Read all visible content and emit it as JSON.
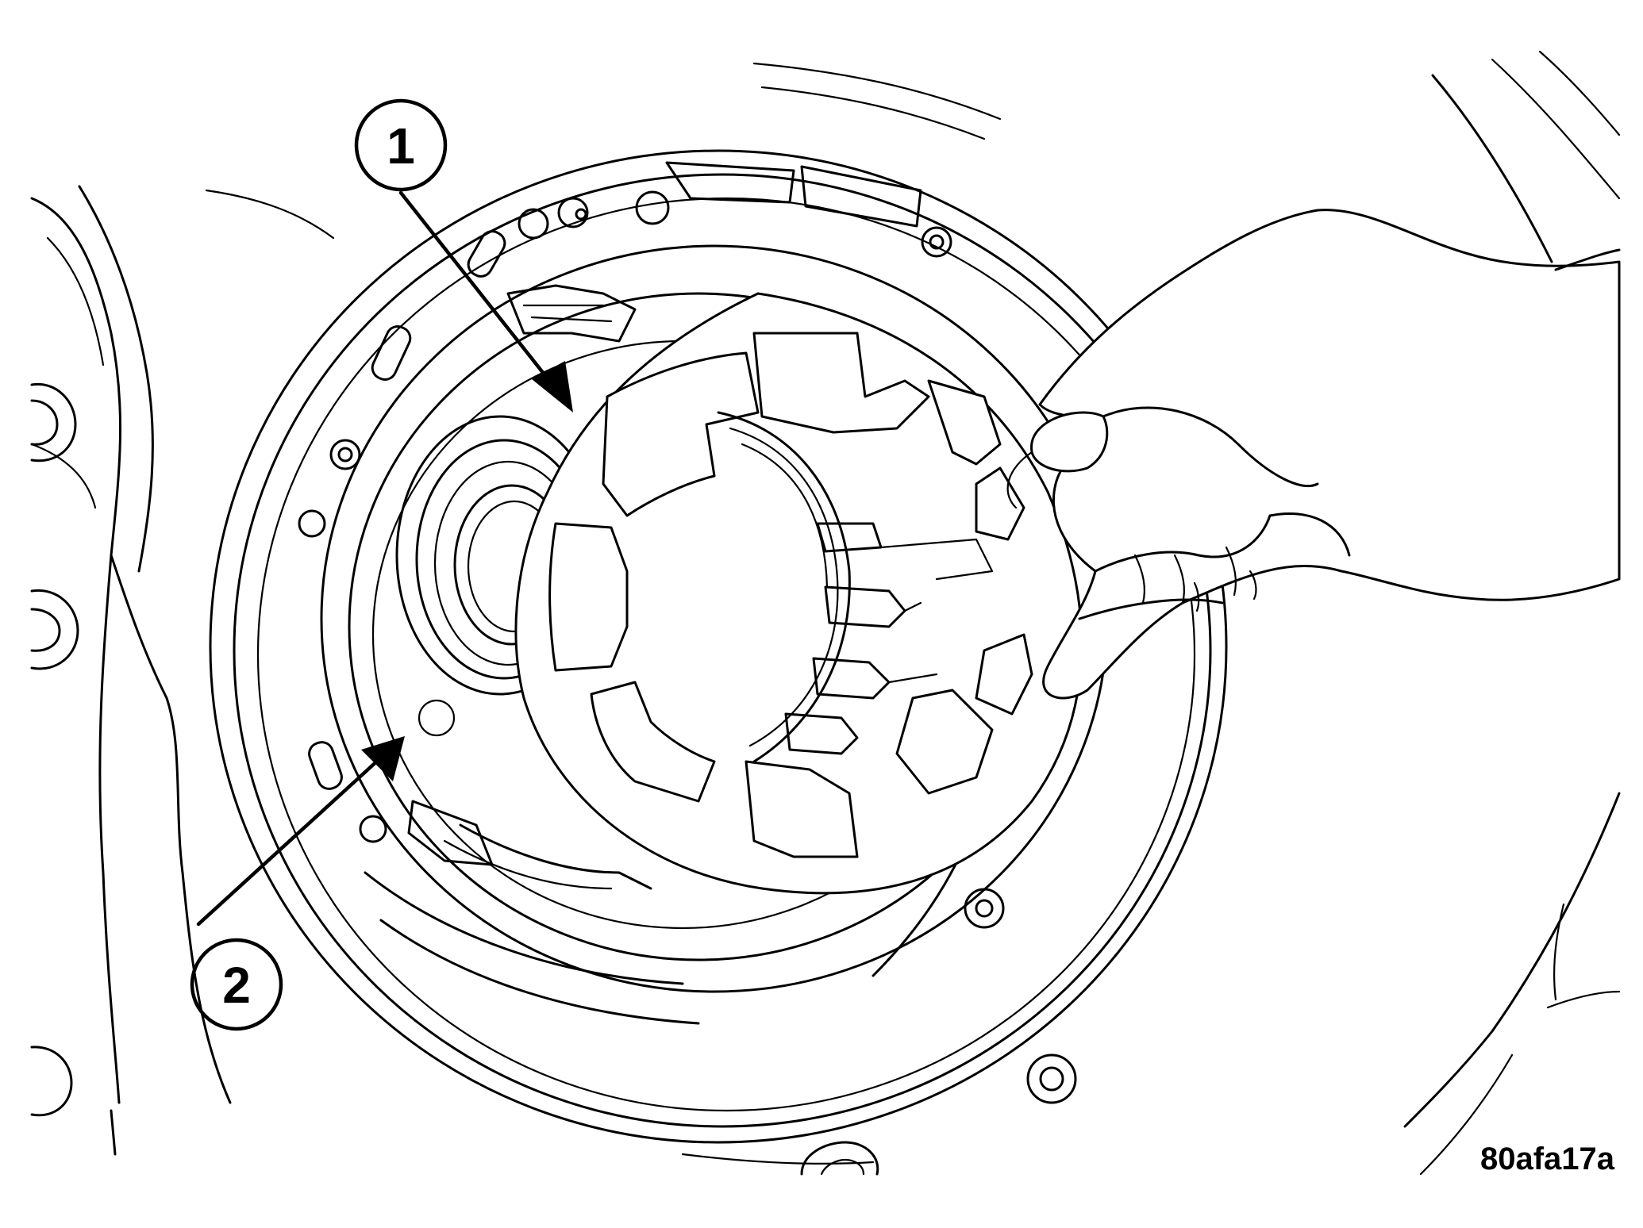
{
  "callouts": [
    {
      "label": "1"
    },
    {
      "label": "2"
    }
  ],
  "figure_id": "80afa17a",
  "colors": {
    "line": "#000000",
    "background": "#ffffff"
  }
}
